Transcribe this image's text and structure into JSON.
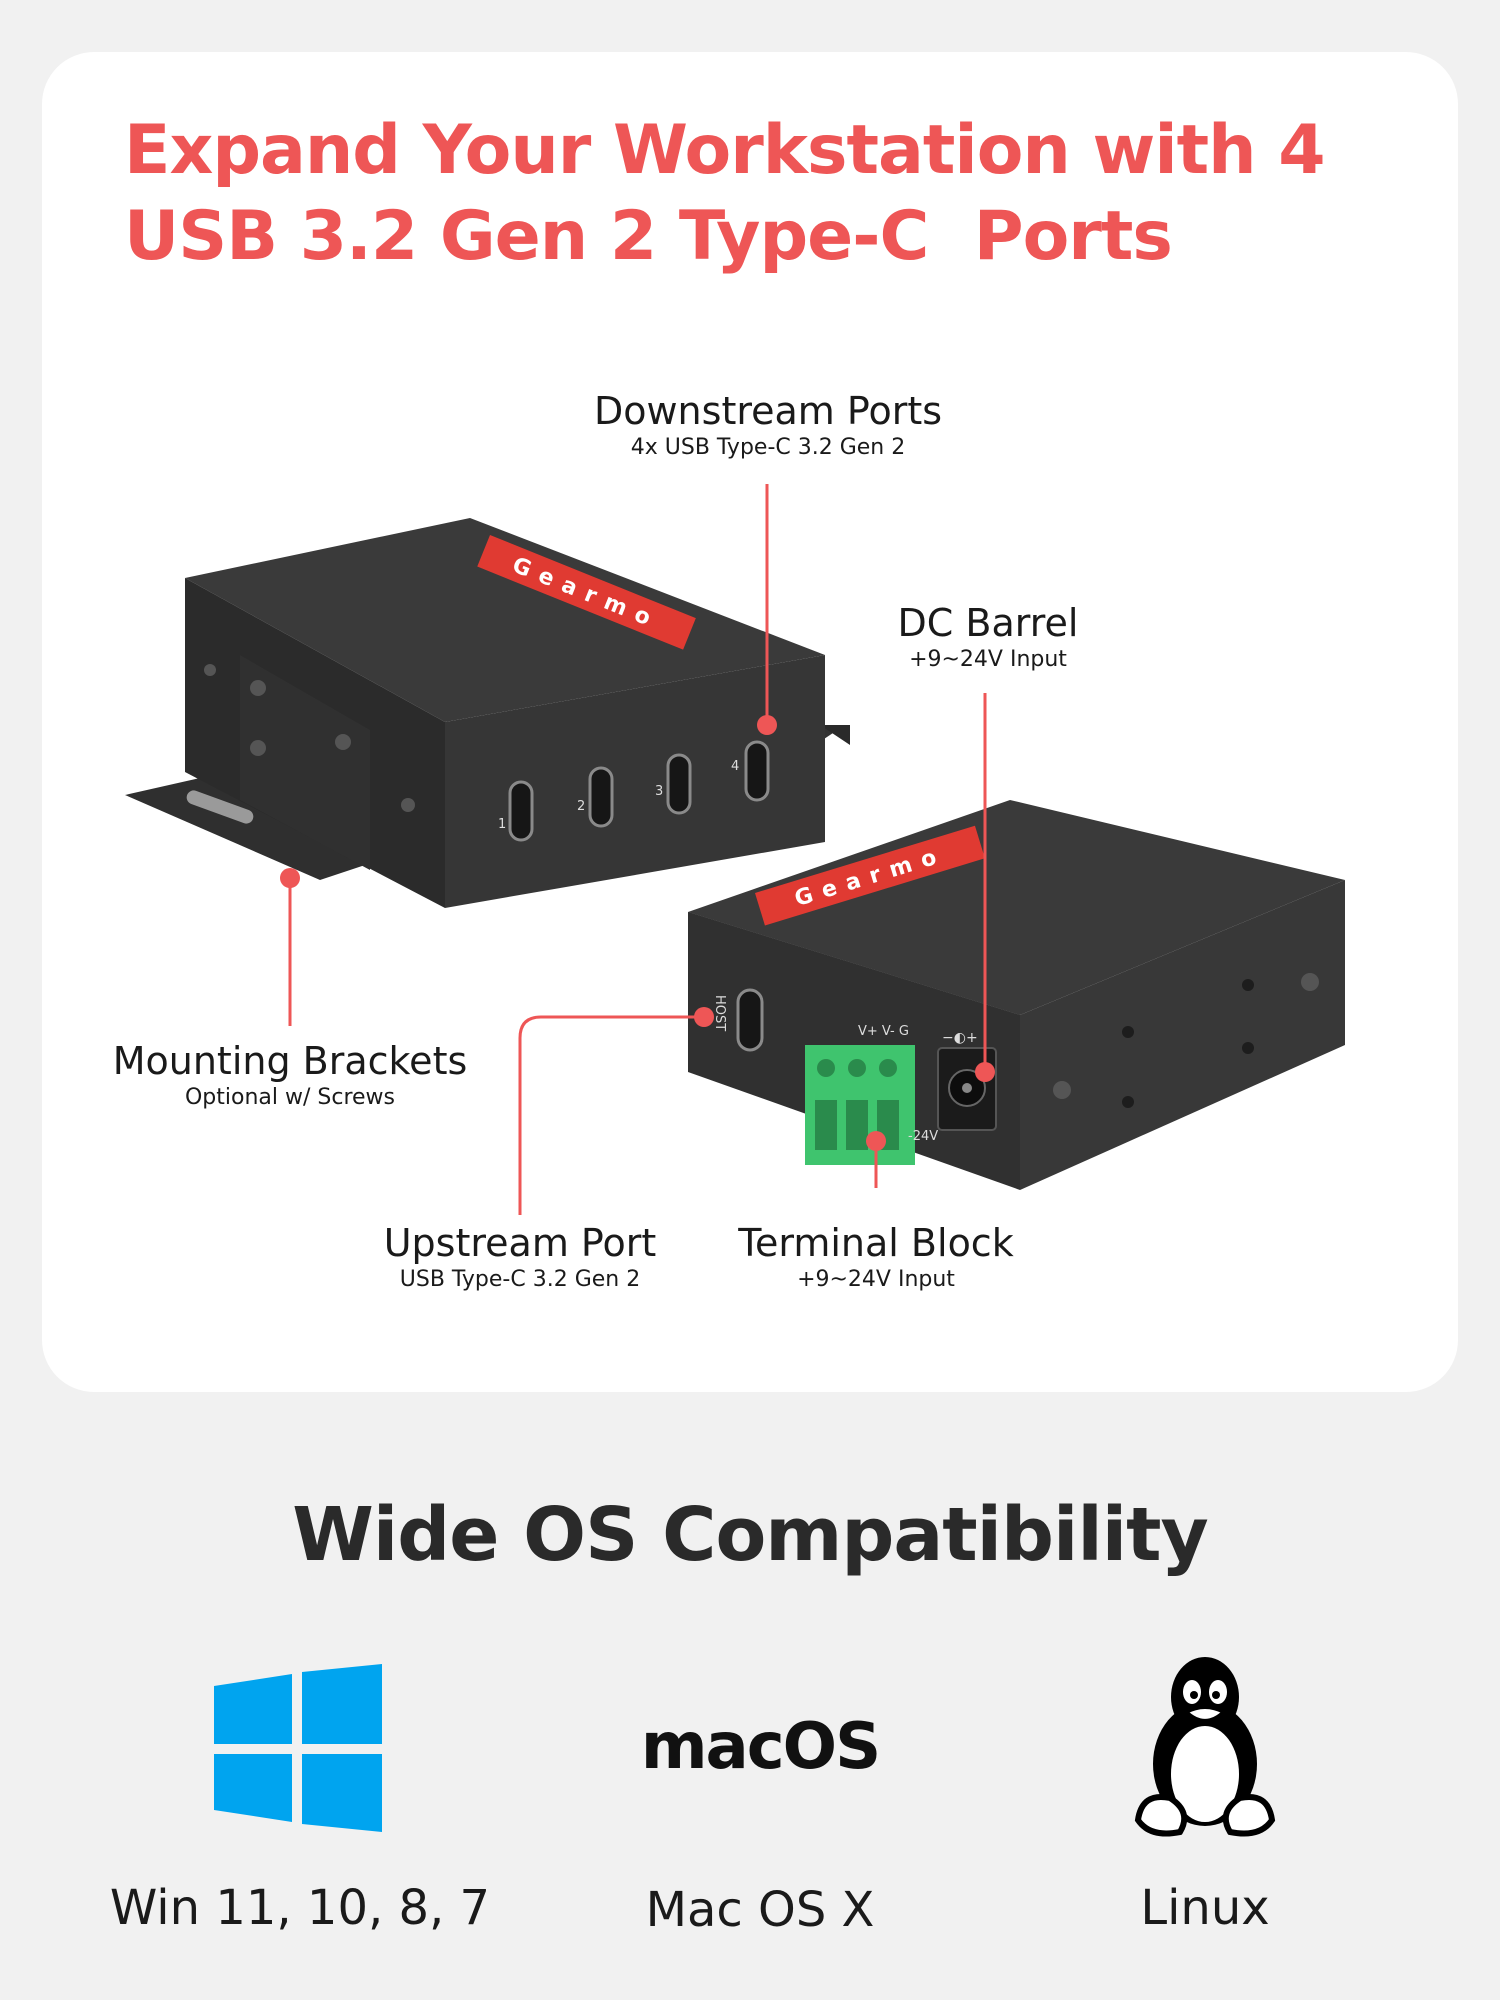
{
  "headline": {
    "line1": "Expand Your Workstation with 4",
    "line2": "USB 3.2 Gen 2 Type-C  Ports"
  },
  "callouts": {
    "downstream": {
      "title": "Downstream Ports",
      "subtitle": "4x USB Type-C 3.2 Gen 2"
    },
    "dc_barrel": {
      "title": "DC Barrel",
      "subtitle": "+9~24V Input"
    },
    "mounting": {
      "title": "Mounting Brackets",
      "subtitle": "Optional w/ Screws"
    },
    "upstream": {
      "title": "Upstream Port",
      "subtitle": "USB Type-C 3.2 Gen 2"
    },
    "terminal": {
      "title": "Terminal Block",
      "subtitle": "+9~24V Input"
    }
  },
  "device": {
    "brand": "Gearmo",
    "port_numbers": [
      "1",
      "2",
      "3",
      "4"
    ],
    "host_label": "HOST",
    "terminal_labels": "V+  V-  G",
    "terminal_voltage": "-24V",
    "dc_polarity": "−◐+"
  },
  "colors": {
    "accent": "#ee5656",
    "windows_blue": "#00a4ef",
    "terminal_green": "#3fc46e",
    "device_body": "#3a3a3a"
  },
  "os_section": {
    "title": "Wide OS Compatibility",
    "items": [
      {
        "icon": "windows-logo-icon",
        "label": "Win 11, 10, 8, 7"
      },
      {
        "icon": "macos-wordmark",
        "mark": "macOS",
        "label": "Mac OS X"
      },
      {
        "icon": "linux-tux-icon",
        "label": "Linux"
      }
    ]
  }
}
